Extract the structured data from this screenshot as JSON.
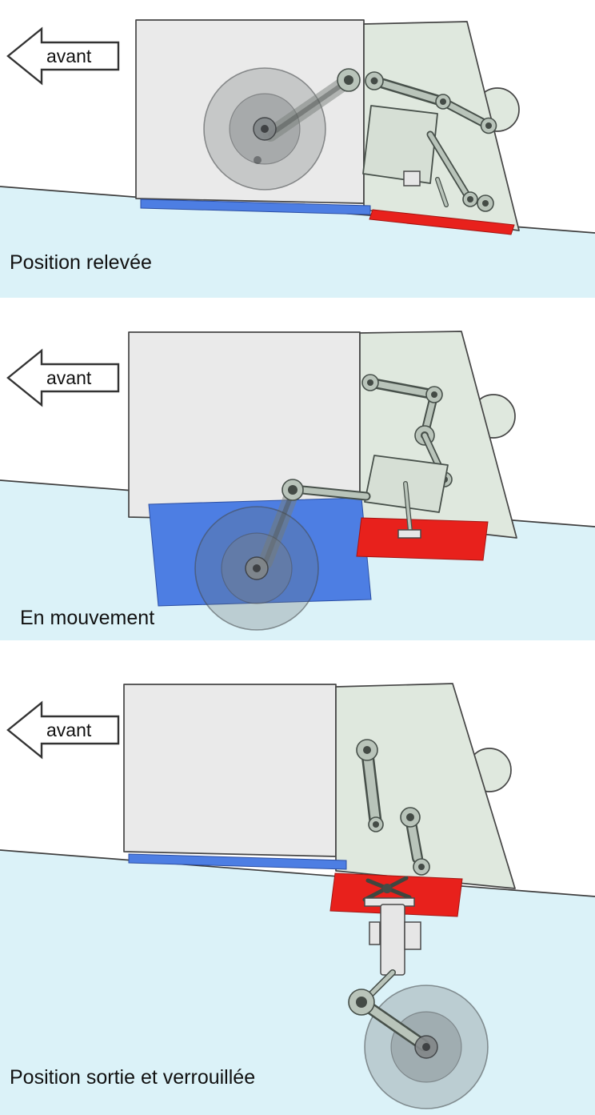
{
  "colors": {
    "water": "#dbf2f8",
    "hull_gray": "#eaeaea",
    "hull_green": "#dfe8de",
    "door_blue": "#4d7ee3",
    "door_red": "#e8211c",
    "outline": "#454545",
    "mech_fill": "#b9c4ba",
    "mech_stroke": "#47504a",
    "text": "#111111"
  },
  "panels": [
    {
      "arrow_label": "avant",
      "caption": "Position relevée"
    },
    {
      "arrow_label": "avant",
      "caption": "En mouvement"
    },
    {
      "arrow_label": "avant",
      "caption": "Position sortie et verrouillée"
    }
  ]
}
